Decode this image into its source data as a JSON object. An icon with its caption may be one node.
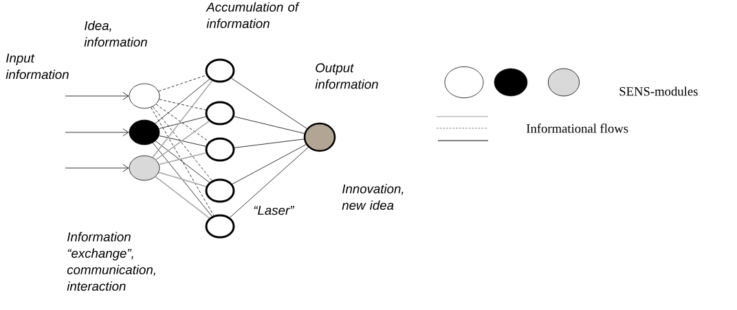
{
  "diagram": {
    "nodes": [
      {
        "text": [],
        "shape": "circle"
      },
      {
        "text": [],
        "shape": "circle"
      },
      {
        "text": [],
        "shape": "circle"
      },
      {
        "text": [],
        "shape": "circle"
      },
      {
        "text": [],
        "shape": "circle"
      },
      {
        "text": [],
        "shape": "circle"
      },
      {
        "text": [],
        "shape": "circle"
      },
      {
        "text": [],
        "shape": "circle"
      },
      {
        "text": [],
        "shape": "circle"
      }
    ],
    "edges": [
      {
        "from": null,
        "to": 0,
        "arrow": "to"
      },
      {
        "from": null,
        "to": 1,
        "arrow": "to"
      },
      {
        "from": null,
        "to": 2,
        "arrow": "to"
      },
      {
        "from": 0,
        "to": 3,
        "arrow": "none",
        "style": "dashed"
      },
      {
        "from": 0,
        "to": 4,
        "arrow": "none",
        "style": "dashed"
      },
      {
        "from": 0,
        "to": 5,
        "arrow": "none",
        "style": "dashed"
      },
      {
        "from": 0,
        "to": 6,
        "arrow": "none",
        "style": "dashed"
      },
      {
        "from": 0,
        "to": 7,
        "arrow": "none",
        "style": "dashed"
      },
      {
        "from": 1,
        "to": 3,
        "arrow": "none"
      },
      {
        "from": 1,
        "to": 4,
        "arrow": "none"
      },
      {
        "from": 1,
        "to": 5,
        "arrow": "none"
      },
      {
        "from": 1,
        "to": 6,
        "arrow": "none"
      },
      {
        "from": 1,
        "to": 7,
        "arrow": "none"
      },
      {
        "from": 2,
        "to": 3,
        "arrow": "none",
        "color": "#a6a6a6"
      },
      {
        "from": 2,
        "to": 4,
        "arrow": "none",
        "color": "#a6a6a6"
      },
      {
        "from": 2,
        "to": 5,
        "arrow": "none",
        "color": "#a6a6a6"
      },
      {
        "from": 2,
        "to": 6,
        "arrow": "none",
        "color": "#a6a6a6"
      },
      {
        "from": 2,
        "to": 7,
        "arrow": "none",
        "color": "#a6a6a6"
      },
      {
        "from": 3,
        "to": 8,
        "arrow": "none"
      },
      {
        "from": 4,
        "to": 8,
        "arrow": "none"
      },
      {
        "from": 5,
        "to": 8,
        "arrow": "none"
      },
      {
        "from": 6,
        "to": 8,
        "arrow": "none"
      },
      {
        "from": 7,
        "to": 8,
        "arrow": "none"
      }
    ],
    "labels": [
      "Accumulation of information",
      "Idea, information",
      "Input information",
      "Output information",
      "Innovation, new idea",
      "“Laser”",
      "Information “exchange”, communication, interaction"
    ],
    "legend": [
      {
        "text": "SENS-modules"
      },
      {
        "text": "Informational flows"
      }
    ]
  }
}
